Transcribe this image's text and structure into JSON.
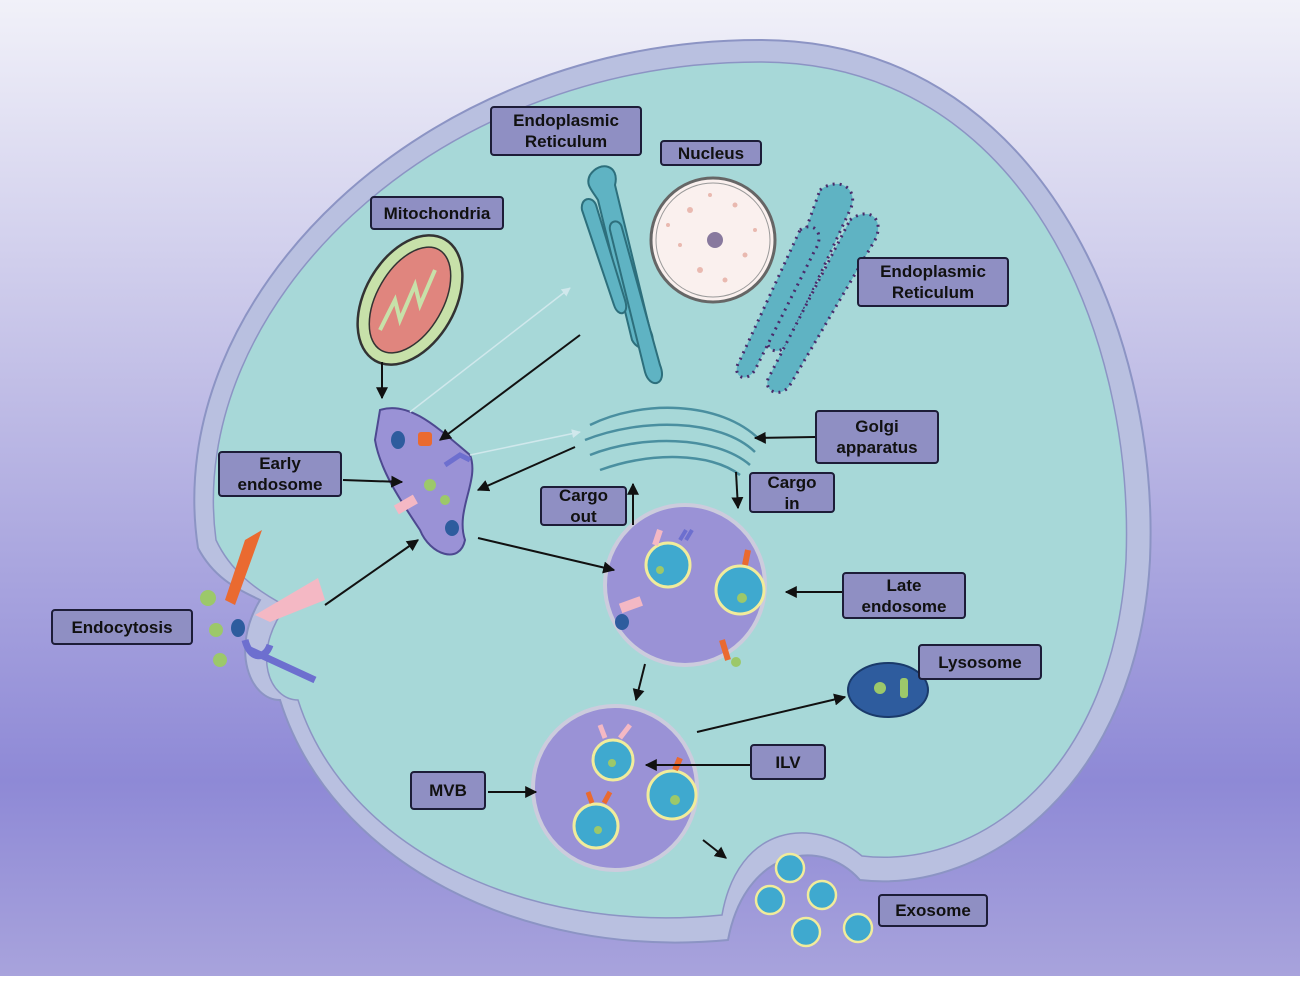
{
  "labels": {
    "er_top": [
      "Endoplasmic",
      "Reticulum"
    ],
    "nucleus": "Nucleus",
    "mitochondria": "Mitochondria",
    "er_right": [
      "Endoplasmic",
      "Reticulum"
    ],
    "golgi": [
      "Golgi",
      "apparatus"
    ],
    "early_endosome": [
      "Early",
      "endosome"
    ],
    "cargo_out": [
      "Cargo",
      "out"
    ],
    "cargo_in": [
      "Cargo",
      "in"
    ],
    "late_endosome": [
      "Late",
      "endosome"
    ],
    "endocytosis": "Endocytosis",
    "lysosome": "Lysosome",
    "ilv": "ILV",
    "mvb": "MVB",
    "exosome": "Exosome"
  },
  "colors": {
    "cytoplasm": "#a7d8d8",
    "membrane": "#b9c0e0",
    "label_fill": "#8f8fc3",
    "label_border": "#1d1d38",
    "endosome": "#9a92d6",
    "vesicle": "#3fa9cf",
    "cargo_green": "#9cc86a",
    "cargo_orange": "#ea6a30",
    "receptor_blue": "#6d6fcf",
    "lysosome": "#2e5c9e",
    "mitochondria_outer": "#c7e1a9",
    "mitochondria_inner": "#e0857e",
    "er_color": "#5fb3c3",
    "nucleus_fill": "#faf0ee"
  }
}
